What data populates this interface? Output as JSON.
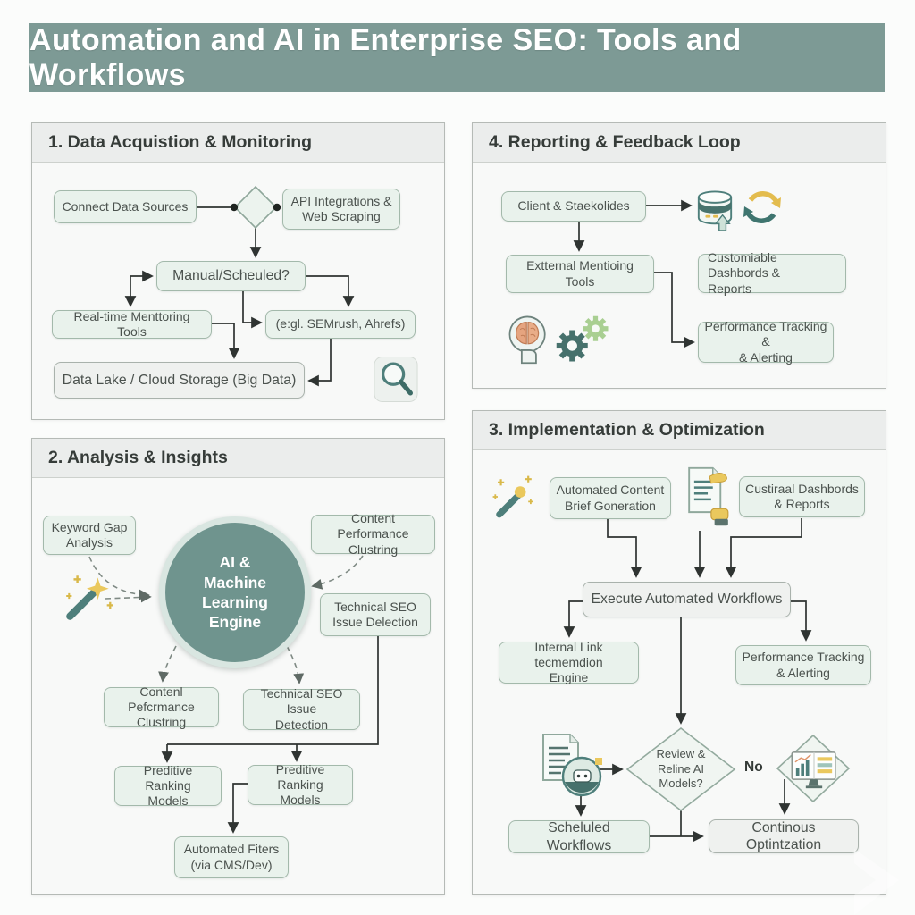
{
  "title": "Automation and AI in Enterprise SEO: Tools and Workflows",
  "colors": {
    "banner_bg": "#7D9A95",
    "banner_text": "#FFFFFF",
    "panel_bg": "#F8F9F8",
    "panel_header_bg": "#EBEDEC",
    "node_fill_green": "#E9F2EC",
    "node_fill_gray": "#EFF1EF",
    "node_border": "#A3B9AB",
    "engine_circle_fill": "#6F948E",
    "arrow_color": "#2F3432",
    "accent_teal": "#4E7F7B",
    "accent_yellow": "#EAC85D",
    "accent_orange": "#E2A07E"
  },
  "panel1": {
    "title": "1. Data Acquistion & Monitoring",
    "nodes": {
      "connect_data_sources": "Connect Data Sources",
      "api_integrations": "API Integrations &\nWeb Scraping",
      "manual_scheduled": "Manual/Scheuled?",
      "realtime_monitoring": "Real-time Menttoring Tools",
      "semrush_ahrefs": "(e:gl. SEMrush, Ahrefs)",
      "data_lake": "Data Lake / Cloud Storage (Big Data)"
    },
    "icons": [
      "decision-diamond-icon",
      "magnifier-icon"
    ]
  },
  "panel4": {
    "title": "4. Reporting & Feedback Loop",
    "nodes": {
      "client_stakeholders": "Client & Staekolides",
      "external_monitoring": "Extternal Mentioing Tools",
      "customizable_dashboards": "Customiable Dashbords &\nReports",
      "performance_tracking": "Performance Tracking &\n& Alerting"
    },
    "icons": [
      "database-icon",
      "refresh-icon",
      "brain-head-icon",
      "gears-icon"
    ]
  },
  "panel2": {
    "title": "2. Analysis & Insights",
    "engine_label": "AI &\nMachine\nLearning\nEngine",
    "nodes": {
      "keyword_gap": "Keyword Gap\nAnalysis",
      "content_performance_top": "Content Performance\nClustring",
      "technical_seo_right": "Technical SEO\nIssue Delection",
      "content_performance_bottom": "Contenl Pefcrmance\nClustring",
      "technical_seo_bottom": "Technical SEO Issue\nDetection",
      "predictive_ranking_left": "Preditive Ranking\nModels",
      "predictive_ranking_right": "Preditive Ranking\nModels",
      "automated_filters": "Automated Fiters\n(via CMS/Dev)"
    },
    "icons": [
      "magic-wand-icon"
    ]
  },
  "panel3": {
    "title": "3. Implementation & Optimization",
    "nodes": {
      "automated_content_brief": "Automated Content\nBrief Goneration",
      "custom_dashboards": "Custiraal Dashbords\n& Reports",
      "execute_workflows": "Execute Automated Workflows",
      "internal_link_engine": "Internal Link tecmemdion\nEngine",
      "performance_tracking": "Performance Tracking\n& Alerting",
      "review_refine": "Review &\nReline AI\nModels?",
      "no_label": "No",
      "scheduled_workflows": "Scheluled Workflows",
      "continuous_optimization": "Continous Optintzation"
    },
    "icons": [
      "magic-wand-icon",
      "document-hand-icon",
      "document-robot-icon",
      "chart-monitor-icon"
    ]
  }
}
